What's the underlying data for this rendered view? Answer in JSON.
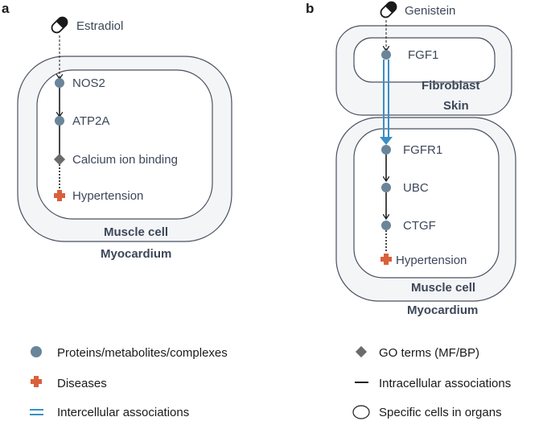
{
  "panels": [
    {
      "letter": "a",
      "drug": "Estradiol",
      "nodes": [
        "NOS2",
        "ATP2A",
        "Calcium ion binding",
        "Hypertension"
      ],
      "cell": "Muscle cell",
      "organ": "Myocardium"
    },
    {
      "letter": "b",
      "drug": "Genistein",
      "source_node": "FGF1",
      "source_cell": "Fibroblast",
      "source_organ": "Skin",
      "nodes": [
        "FGFR1",
        "UBC",
        "CTGF",
        "Hypertension"
      ],
      "cell": "Muscle cell",
      "organ": "Myocardium"
    }
  ],
  "legend": {
    "proteins": "Proteins/metabolites/complexes",
    "go_terms": "GO terms (MF/BP)",
    "diseases": "Diseases",
    "intracellular": "Intracellular associations",
    "intercellular": "Intercellular associations",
    "specific_cells": "Specific cells in organs"
  },
  "colors": {
    "node": "#6a8599",
    "go_term": "#6b6b6b",
    "disease": "#d9603b",
    "intercellular": "#3a8fc4",
    "outline": "#4a5060",
    "organ_fill": "#f4f5f7"
  }
}
